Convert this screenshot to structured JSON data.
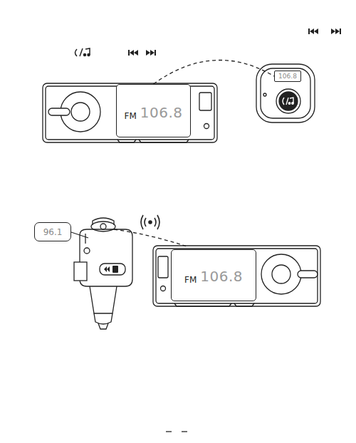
{
  "diagram": {
    "nodes": [
      {
        "text": [
          "FM",
          "106.8"
        ]
      },
      {
        "text": [
          "106.8"
        ]
      },
      {
        "text": [
          "96.1"
        ]
      },
      {
        "text": [
          "FM",
          "106.8"
        ]
      }
    ],
    "edges": [
      {
        "from": 0,
        "to": 1,
        "arrow": "none"
      }
    ]
  }
}
